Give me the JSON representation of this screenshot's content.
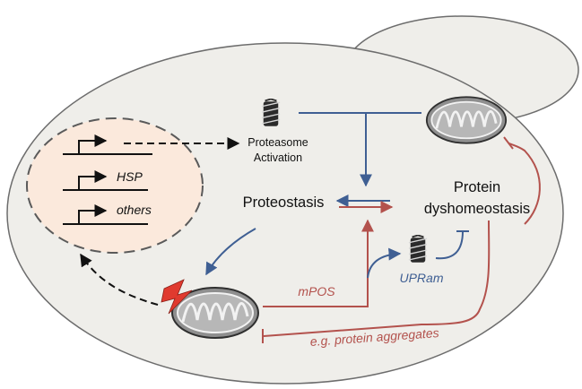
{
  "nucleus": {
    "genes": [
      {
        "label": ""
      },
      {
        "label": "HSP"
      },
      {
        "label": "others"
      }
    ]
  },
  "nodes": {
    "proteasome": {
      "line1": "Proteasome",
      "line2": "Activation"
    },
    "proteostasis": "Proteostasis",
    "dyshomeostasis": {
      "line1": "Protein",
      "line2": "dyshomeostasis"
    },
    "upram": "UPRam",
    "mpos": "mPOS",
    "aggregates": "e.g. protein aggregates"
  },
  "colors": {
    "cell_fill": "#efeeea",
    "nucleus_fill": "#fbe9dc",
    "blue": "#3f5f93",
    "red": "#b3524d",
    "mito_fill": "#8f8f8f",
    "bolt": "#e03a2f"
  },
  "icons": [
    "proteasome-icon",
    "mitochondrion-icon",
    "lightning-bolt-icon"
  ]
}
